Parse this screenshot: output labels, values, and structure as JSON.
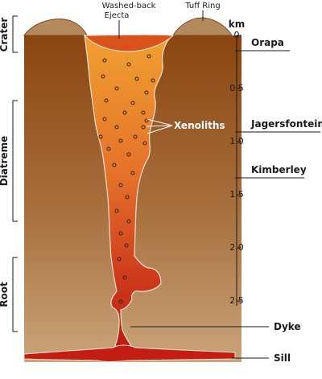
{
  "labels": {
    "washed_back_ejecta": [
      "Washed-back",
      "Ejecta"
    ],
    "tuff_ring": "Tuff Ring",
    "xenoliths": "Xenoliths",
    "dyke": "Dyke",
    "sill": "Sill"
  },
  "zones": {
    "crater": "Crater",
    "diatreme": "Diatreme",
    "root": "Root"
  },
  "depth_scale": {
    "unit": "km",
    "ticks": [
      "0",
      "0.5",
      "1.0",
      "1.5",
      "2.0",
      "2.5"
    ]
  },
  "reference_pipes": [
    "Orapa",
    "Jagersfontein",
    "Kimberley"
  ],
  "colors": {
    "rock_top": "#8a4510",
    "rock_bottom": "#c9a47a",
    "magma_top": "#f0a030",
    "magma_bottom": "#b81a10",
    "tuff": "#b5895e"
  }
}
